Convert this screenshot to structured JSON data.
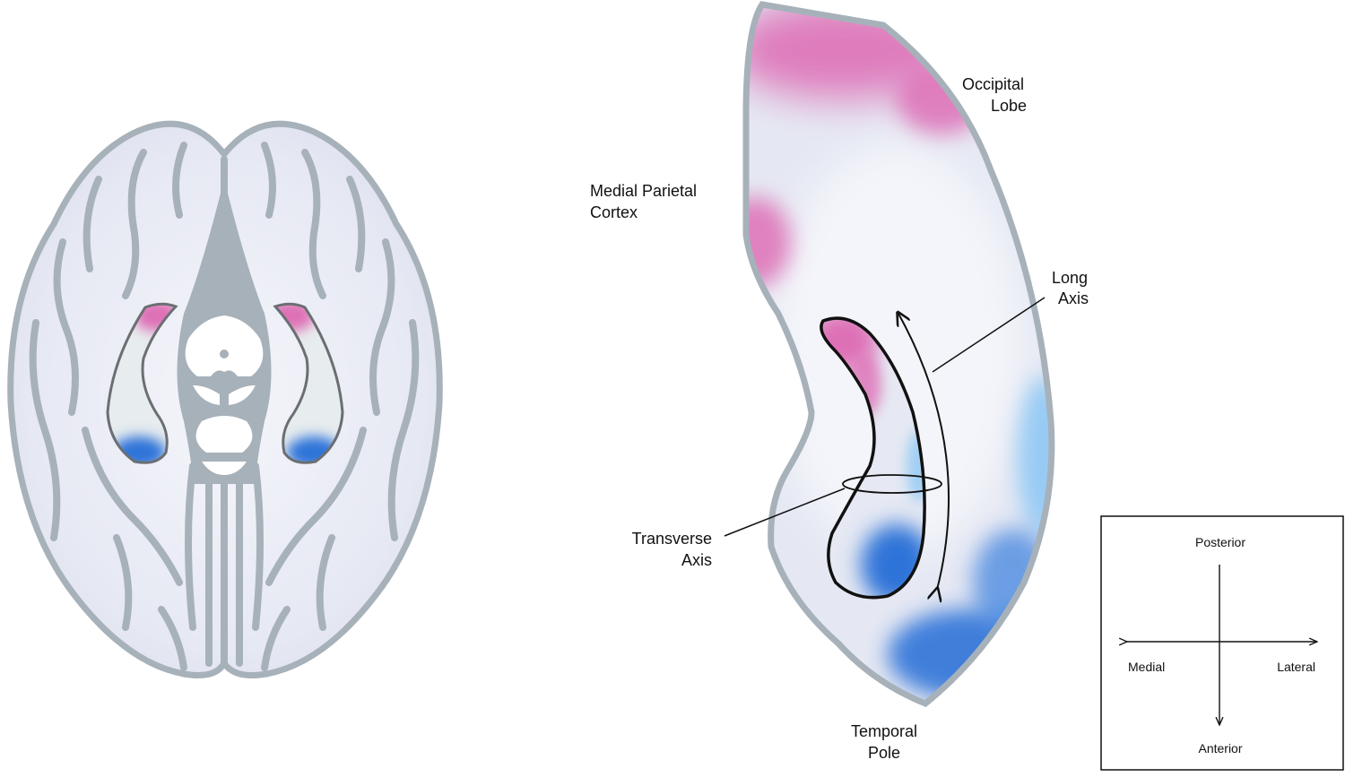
{
  "labels": {
    "occipital_1": "Occipital",
    "occipital_2": "Lobe",
    "medial_parietal_1": "Medial Parietal",
    "medial_parietal_2": "Cortex",
    "long_axis_1": "Long",
    "long_axis_2": "Axis",
    "transverse_axis_1": "Transverse",
    "transverse_axis_2": "Axis",
    "temporal_pole_1": "Temporal",
    "temporal_pole_2": "Pole"
  },
  "compass": {
    "top": "Posterior",
    "bottom": "Anterior",
    "left": "Medial",
    "right": "Lateral"
  },
  "colors": {
    "outline_gray": "#a7b1b9",
    "tissue": "#e4e7f2",
    "posterior_pink": "#de6fb6",
    "anterior_blue": "#2f73d8",
    "light_blue": "#8ec7f4",
    "ink": "#111111"
  }
}
